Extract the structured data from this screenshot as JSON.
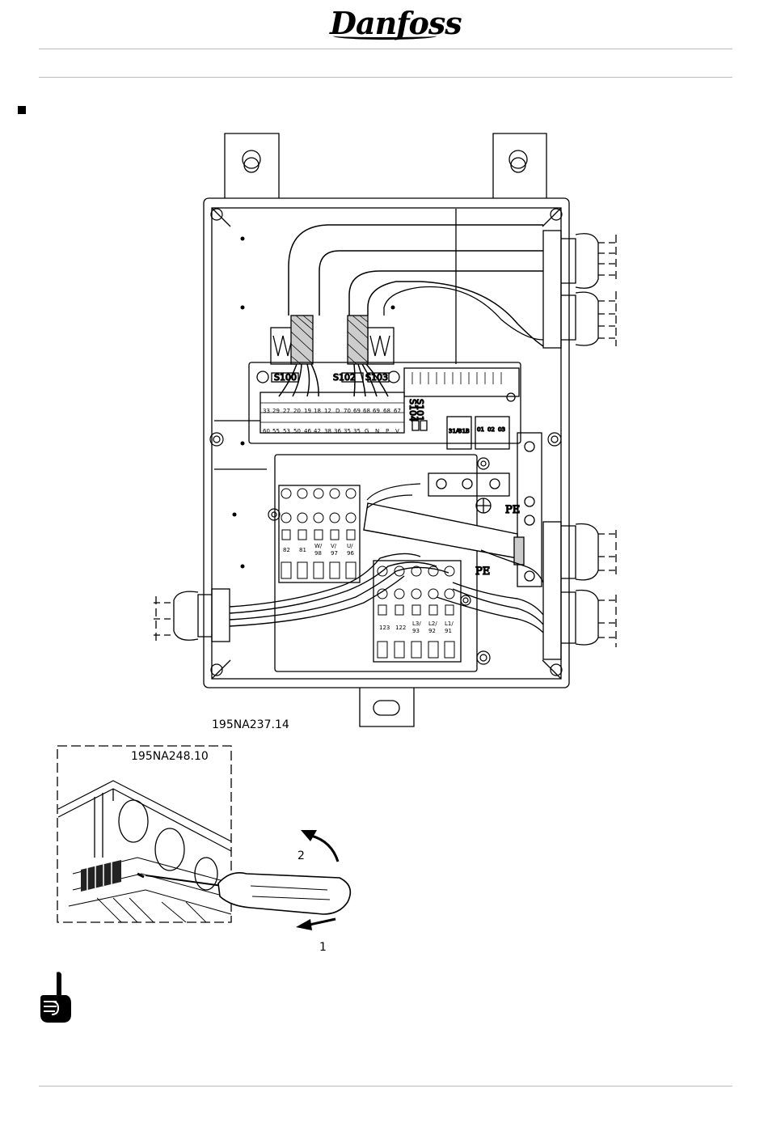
{
  "header": {
    "brand": "Danfoss"
  },
  "figure1": {
    "code": "195NA237.14",
    "switches": [
      "S100",
      "S102",
      "S103",
      "S104",
      "S101"
    ],
    "top_terminals": [
      "33",
      "29",
      "27",
      "20",
      "19",
      "18",
      "12",
      "D",
      "70",
      "69",
      "68",
      "69",
      "68",
      "67"
    ],
    "bottom_terminals": [
      "60",
      "55",
      "53",
      "50",
      "46",
      "42",
      "38",
      "36",
      "35",
      "35",
      "G",
      "N",
      "P",
      "V"
    ],
    "relay_labels": [
      "31A",
      "31B",
      "01",
      "02",
      "03"
    ],
    "motor_terminals": [
      {
        "line1": "82",
        "line2": ""
      },
      {
        "line1": "81",
        "line2": ""
      },
      {
        "line1": "W/",
        "line2": "98"
      },
      {
        "line1": "V/",
        "line2": "97"
      },
      {
        "line1": "U/",
        "line2": "96"
      }
    ],
    "mains_terminals": [
      {
        "line1": "123",
        "line2": ""
      },
      {
        "line1": "122",
        "line2": ""
      },
      {
        "line1": "L3/",
        "line2": "93"
      },
      {
        "line1": "L2/",
        "line2": "92"
      },
      {
        "line1": "L1/",
        "line2": "91"
      }
    ],
    "pe_labels": [
      "PE",
      "PE"
    ]
  },
  "figure2": {
    "code": "195NA248.10",
    "step1": "1",
    "step2": "2"
  }
}
